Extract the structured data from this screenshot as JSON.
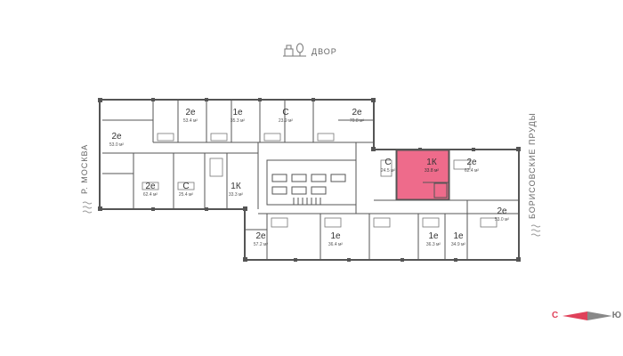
{
  "courtyard": {
    "label": "ДВОР",
    "icon": "courtyard-icon"
  },
  "sides": {
    "west": "Р. МОСКВА",
    "east": "БОРИСОВСКИЕ ПРУДЫ"
  },
  "compass": {
    "north": "С",
    "south": "Ю"
  },
  "colors": {
    "highlight": "#ee6b8b",
    "wall": "#555555",
    "north": "#e0415a",
    "south": "#888888"
  },
  "units": [
    {
      "type": "2е",
      "area": "53.4 м²"
    },
    {
      "type": "1е",
      "area": "35.3 м²"
    },
    {
      "type": "С",
      "area": "23.9 м²"
    },
    {
      "type": "2е",
      "area": "70.8 м²"
    },
    {
      "type": "2е",
      "area": "53.0 м²"
    },
    {
      "type": "2е",
      "area": "62.4 м²"
    },
    {
      "type": "С",
      "area": "25.4 м²"
    },
    {
      "type": "1К",
      "area": "33.3 м²"
    },
    {
      "type": "С",
      "area": "24.5 м²"
    },
    {
      "type": "1К",
      "area": "33.8 м²",
      "selected": true
    },
    {
      "type": "2е",
      "area": "62.4 м²"
    },
    {
      "type": "2е",
      "area": "53.0 м²"
    },
    {
      "type": "2е",
      "area": "57.2 м²"
    },
    {
      "type": "1е",
      "area": "36.4 м²"
    },
    {
      "type": "1е",
      "area": "36.3 м²"
    },
    {
      "type": "1е",
      "area": "34.9 м²"
    }
  ]
}
